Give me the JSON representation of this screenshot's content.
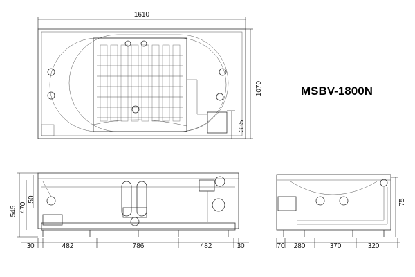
{
  "model": "MSBV-1800N",
  "top_view": {
    "width": "1610",
    "depth": "1070",
    "drain_offset": "335"
  },
  "front_view": {
    "height": "545",
    "inner": "470",
    "rim": "50",
    "bottom": [
      "30",
      "482",
      "786",
      "482",
      "30"
    ]
  },
  "side_view": {
    "right": "75",
    "bottom": [
      "70",
      "280",
      "370",
      "320"
    ]
  }
}
